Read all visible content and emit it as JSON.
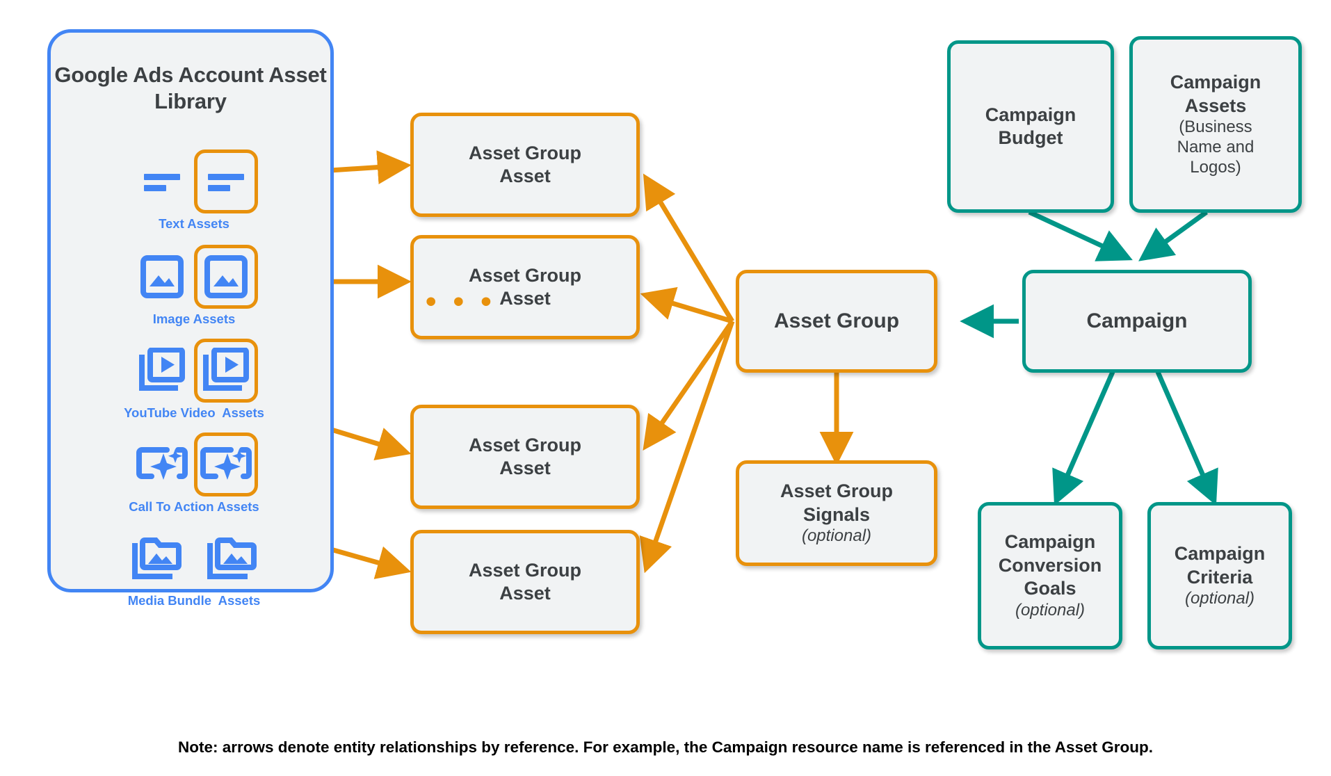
{
  "library": {
    "title": "Google Ads Account\nAsset Library",
    "accent_color": "#4285f4",
    "highlight_color": "#e8910c",
    "assets": [
      {
        "label": "Text Assets",
        "icon": "text-asset-icon",
        "count": 2,
        "highlighted_index": 1
      },
      {
        "label": "Image Assets",
        "icon": "image-asset-icon",
        "count": 2,
        "highlighted_index": 1
      },
      {
        "label": "YouTube Video  Assets",
        "icon": "video-asset-icon",
        "count": 2,
        "highlighted_index": 1
      },
      {
        "label": "Call To Action Assets",
        "icon": "call-to-action-asset-icon",
        "count": 2,
        "highlighted_index": 1
      },
      {
        "label": "Media Bundle  Assets",
        "icon": "media-bundle-asset-icon",
        "count": 2,
        "highlighted_index": -1
      }
    ]
  },
  "asset_group_assets": [
    {
      "title": "Asset Group\nAsset"
    },
    {
      "title": "Asset Group\nAsset"
    },
    {
      "title": "Asset Group\nAsset"
    },
    {
      "title": "Asset Group\nAsset"
    }
  ],
  "ellipsis": "• • •",
  "asset_group": {
    "title": "Asset Group"
  },
  "asset_group_signals": {
    "title": "Asset Group\nSignals",
    "sub": "(optional)"
  },
  "campaign": {
    "title": "Campaign"
  },
  "campaign_budget": {
    "title": "Campaign\nBudget"
  },
  "campaign_assets": {
    "title": "Campaign\nAssets",
    "sub": "(Business\nName and\nLogos)"
  },
  "campaign_conversion_goals": {
    "title": "Campaign\nConversion\nGoals",
    "sub": "(optional)"
  },
  "campaign_criteria": {
    "title": "Campaign\nCriteria",
    "sub": "(optional)"
  },
  "footnote": "Note: arrows denote entity relationships by reference. For example, the Campaign resource name is referenced in the Asset Group.",
  "colors": {
    "orange": "#e8910c",
    "teal": "#009688",
    "blue": "#4285f4",
    "box_fill": "#f1f3f4",
    "text": "#3c4043"
  }
}
